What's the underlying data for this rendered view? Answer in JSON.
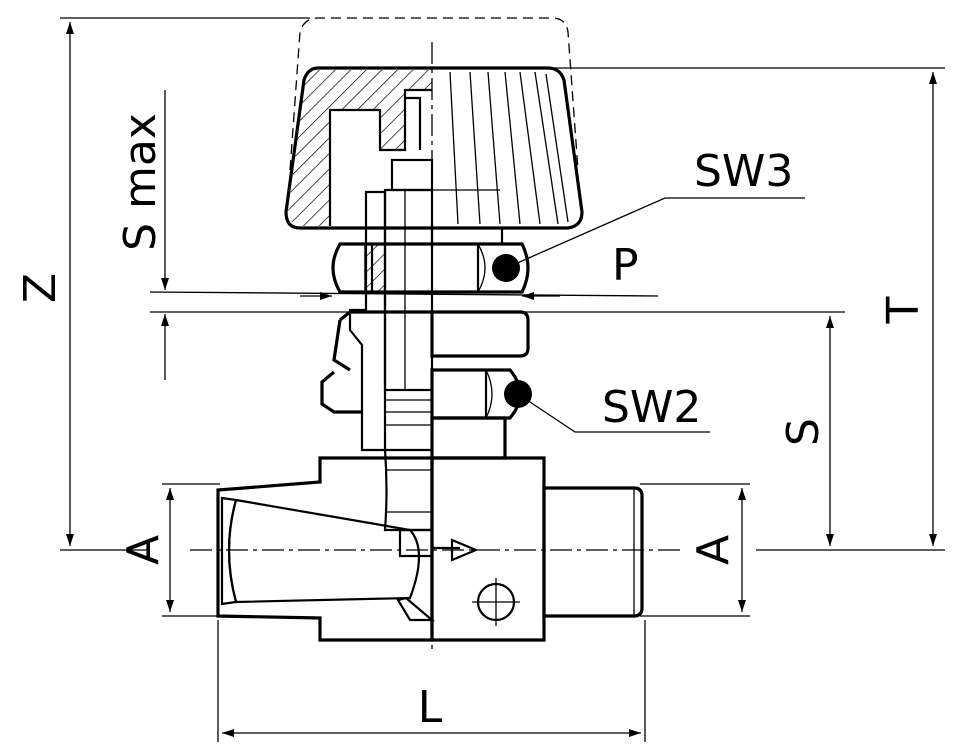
{
  "labels": {
    "z": "Z",
    "s_max": "S max",
    "t": "T",
    "sw3": "SW3",
    "p": "P",
    "sw2": "SW2",
    "s": "S",
    "a_left": "A",
    "a_right": "A",
    "l": "L"
  }
}
